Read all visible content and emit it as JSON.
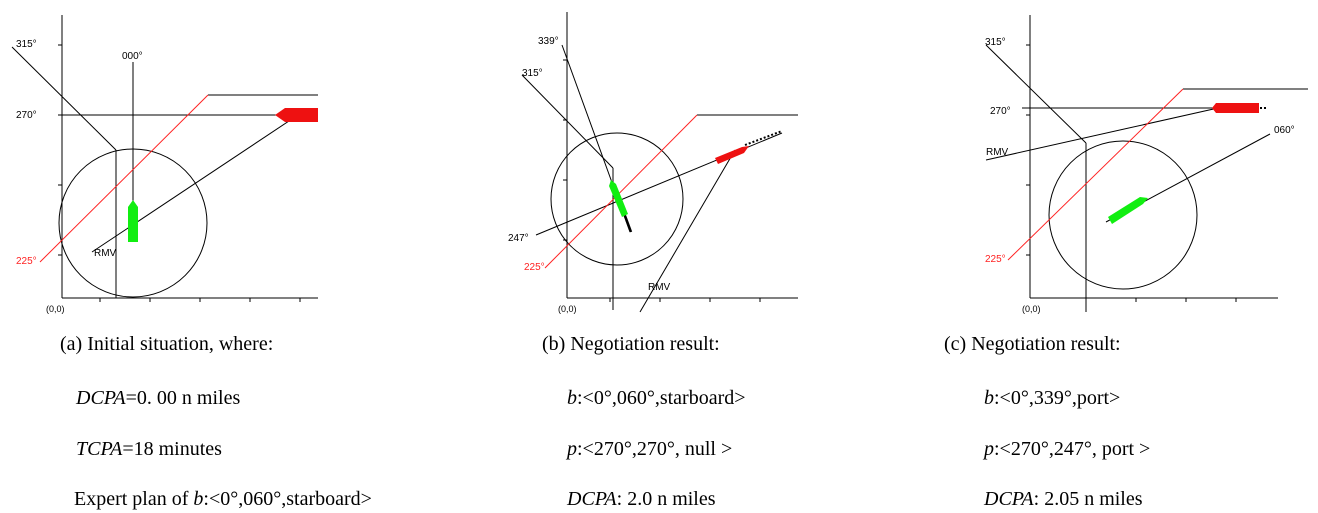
{
  "colors": {
    "red_ship": "#ee1111",
    "green_ship": "#11ee11",
    "red_line": "#ff2222",
    "ink": "#000000"
  },
  "panel_a": {
    "origin": "(0,0)",
    "labels": {
      "b315": "315°",
      "b000": "000°",
      "b270": "270°",
      "b225": "225°",
      "rmv": "RMV"
    },
    "caption": {
      "title": "(a) Initial situation, where:",
      "l1_var": "DCPA",
      "l1_rest": "=0. 00 n miles",
      "l2_var": "TCPA",
      "l2_rest": "=18 minutes",
      "l3_pre": "Expert plan of ",
      "l3_var": "b",
      "l3_rest": ":<0°,060°,starboard>"
    }
  },
  "panel_b": {
    "origin": "(0,0)",
    "labels": {
      "b339": "339°",
      "b315": "315°",
      "b247": "247°",
      "b225": "225°",
      "rmv": "RMV"
    },
    "caption": {
      "title": "(b) Negotiation result:",
      "l1_var": "b",
      "l1_rest": ":<0°,060°,starboard>",
      "l2_var": "p",
      "l2_rest": ":<270°,270°, null >",
      "l3_var": "DCPA",
      "l3_rest": ": 2.0 n miles"
    }
  },
  "panel_c": {
    "origin": "(0,0)",
    "labels": {
      "b315": "315°",
      "b270": "270°",
      "rmv": "RMV",
      "b060": "060°",
      "b225": "225°"
    },
    "caption": {
      "title": "(c) Negotiation result:",
      "l1_var": "b",
      "l1_rest": ":<0°,339°,port>",
      "l2_var": "p",
      "l2_rest": ":<270°,247°, port >",
      "l3_var": "DCPA",
      "l3_rest": ": 2.05 n miles"
    }
  }
}
